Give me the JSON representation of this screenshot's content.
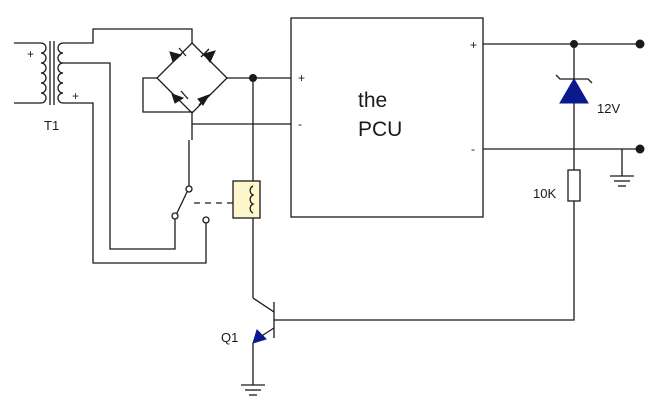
{
  "diagram": {
    "pcu": {
      "line1": "the",
      "line2": "PCU"
    },
    "pcu_inputs": {
      "plus": "+",
      "minus": "-"
    },
    "pcu_outputs": {
      "plus": "+",
      "minus": "-"
    },
    "transformer": {
      "label": "T1",
      "primary_mark": "+",
      "secondary_mark": "+"
    },
    "zener": {
      "label": "12V"
    },
    "resistor": {
      "label": "10K"
    },
    "transistor": {
      "label": "Q1"
    }
  }
}
